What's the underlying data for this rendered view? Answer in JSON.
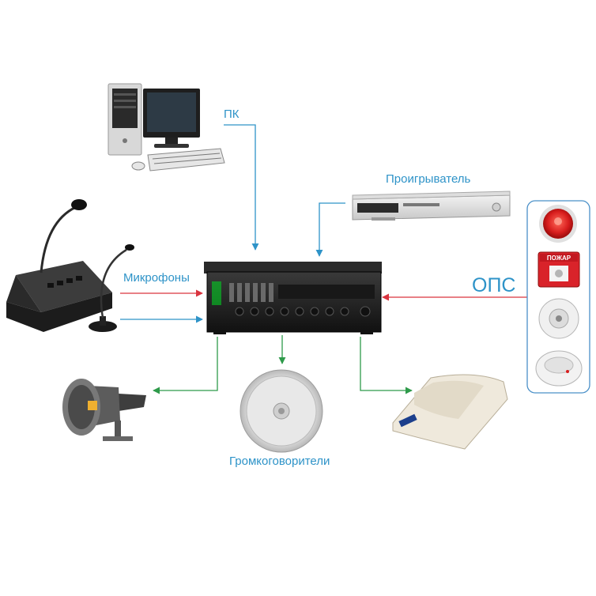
{
  "labels": {
    "pc": "ПК",
    "player": "Проигрыватель",
    "microphones": "Микрофоны",
    "ops": "ОПС",
    "speakers": "Громкоговорители",
    "fire_button": "ПОЖАР"
  },
  "colors": {
    "label_blue": "#2e93c8",
    "arrow_blue": "#2e93c8",
    "arrow_red": "#d9343f",
    "arrow_green": "#2e9a4a",
    "panel_border": "#4a90c8"
  },
  "icons": [
    "desktop-pc-icon",
    "cd-player-icon",
    "conference-microphone-icon",
    "gooseneck-microphone-icon",
    "amplifier-icon",
    "horn-speaker-icon",
    "ceiling-speaker-icon",
    "wall-speaker-icon",
    "fire-siren-icon",
    "fire-alarm-button-icon",
    "smoke-detector-icon",
    "heat-detector-icon"
  ]
}
